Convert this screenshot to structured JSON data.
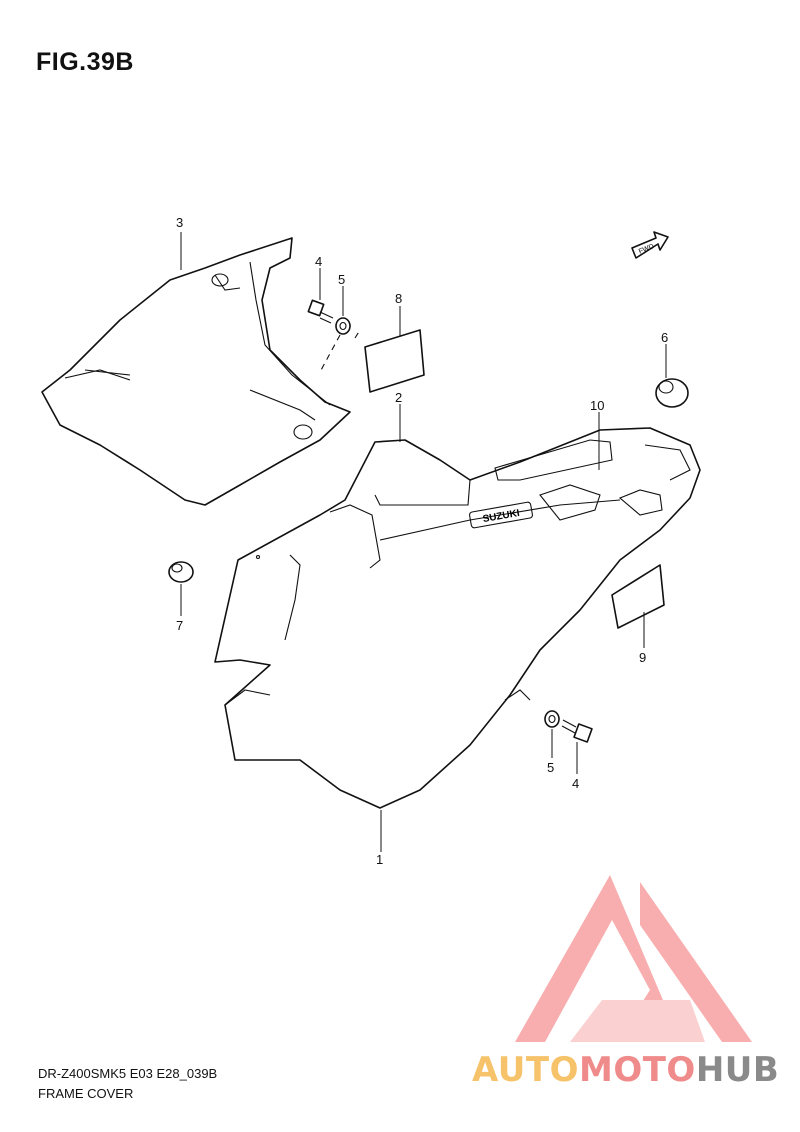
{
  "figure": {
    "title": "FIG.39B"
  },
  "callouts": {
    "p1": "1",
    "p2": "2",
    "p3": "3",
    "p4a": "4",
    "p4b": "4",
    "p5a": "5",
    "p5b": "5",
    "p6": "6",
    "p7": "7",
    "p8": "8",
    "p9": "9",
    "p10": "10"
  },
  "fwd_label": "FWD",
  "emblem_text": "SUZUKI",
  "caption": {
    "code": "DR-Z400SMK5 E03 E28_039B",
    "name": "FRAME COVER"
  },
  "watermark": {
    "part1": "AUTO",
    "part2": "MOTO",
    "part3": "HUB",
    "colors": {
      "auto": "#f6c36b",
      "moto": "#f08b8b",
      "hub": "#8a8a8a",
      "triangle": "#f7a0a0"
    }
  }
}
